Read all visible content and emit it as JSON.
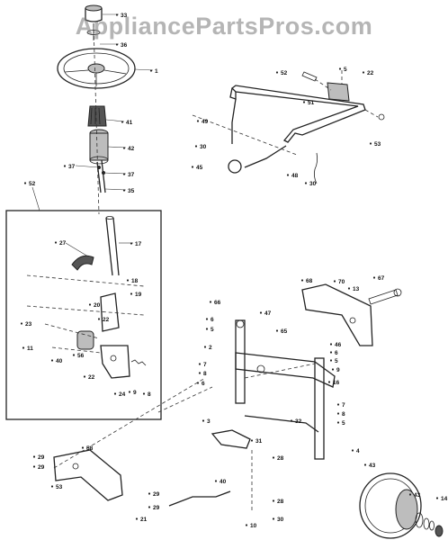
{
  "watermark": "AppliancePartsPros.com",
  "callouts": [
    {
      "id": "c33",
      "text": "33"
    },
    {
      "id": "c36",
      "text": "36"
    },
    {
      "id": "c1",
      "text": "1"
    },
    {
      "id": "c41",
      "text": "41"
    },
    {
      "id": "c42",
      "text": "42"
    },
    {
      "id": "c37a",
      "text": "37"
    },
    {
      "id": "c37b",
      "text": "37"
    },
    {
      "id": "c35",
      "text": "35"
    },
    {
      "id": "c52top",
      "text": "52"
    },
    {
      "id": "c22top",
      "text": "22"
    },
    {
      "id": "c5top",
      "text": "5"
    },
    {
      "id": "c51",
      "text": "51"
    },
    {
      "id": "c49",
      "text": "49"
    },
    {
      "id": "c53top",
      "text": "53"
    },
    {
      "id": "c30a",
      "text": "30"
    },
    {
      "id": "c45",
      "text": "45"
    },
    {
      "id": "c48",
      "text": "48"
    },
    {
      "id": "c30b",
      "text": "30"
    },
    {
      "id": "c52box",
      "text": "52"
    },
    {
      "id": "c27",
      "text": "27"
    },
    {
      "id": "c17",
      "text": "17"
    },
    {
      "id": "c18",
      "text": "18"
    },
    {
      "id": "c19",
      "text": "19"
    },
    {
      "id": "c20",
      "text": "20"
    },
    {
      "id": "c22box",
      "text": "22"
    },
    {
      "id": "c23",
      "text": "23"
    },
    {
      "id": "c11",
      "text": "11"
    },
    {
      "id": "c40a",
      "text": "40"
    },
    {
      "id": "c56",
      "text": "56"
    },
    {
      "id": "c22b",
      "text": "22"
    },
    {
      "id": "c24",
      "text": "24"
    },
    {
      "id": "c9a",
      "text": "9"
    },
    {
      "id": "c8a",
      "text": "8"
    },
    {
      "id": "c66",
      "text": "66"
    },
    {
      "id": "c6a",
      "text": "6"
    },
    {
      "id": "c5a",
      "text": "5"
    },
    {
      "id": "c47",
      "text": "47"
    },
    {
      "id": "c65",
      "text": "65"
    },
    {
      "id": "c2",
      "text": "2"
    },
    {
      "id": "c7a",
      "text": "7"
    },
    {
      "id": "c8b",
      "text": "8"
    },
    {
      "id": "c6b",
      "text": "6"
    },
    {
      "id": "c68",
      "text": "68"
    },
    {
      "id": "c70",
      "text": "70"
    },
    {
      "id": "c13",
      "text": "13"
    },
    {
      "id": "c67",
      "text": "67"
    },
    {
      "id": "c46",
      "text": "46"
    },
    {
      "id": "c6c",
      "text": "6"
    },
    {
      "id": "c5b",
      "text": "5"
    },
    {
      "id": "c9b",
      "text": "9"
    },
    {
      "id": "c16",
      "text": "16"
    },
    {
      "id": "c7b",
      "text": "7"
    },
    {
      "id": "c8c",
      "text": "8"
    },
    {
      "id": "c5c",
      "text": "5"
    },
    {
      "id": "c32",
      "text": "32"
    },
    {
      "id": "c3",
      "text": "3"
    },
    {
      "id": "c31",
      "text": "31"
    },
    {
      "id": "c4",
      "text": "4"
    },
    {
      "id": "c28a",
      "text": "28"
    },
    {
      "id": "c28b",
      "text": "28"
    },
    {
      "id": "c43a",
      "text": "43"
    },
    {
      "id": "c43b",
      "text": "43"
    },
    {
      "id": "c14",
      "text": "14"
    },
    {
      "id": "c30c",
      "text": "30"
    },
    {
      "id": "c10",
      "text": "10"
    },
    {
      "id": "c40b",
      "text": "40"
    },
    {
      "id": "c58",
      "text": "58"
    },
    {
      "id": "c29a",
      "text": "29"
    },
    {
      "id": "c29b",
      "text": "29"
    },
    {
      "id": "c29c",
      "text": "29"
    },
    {
      "id": "c29d",
      "text": "29"
    },
    {
      "id": "c53b",
      "text": "53"
    },
    {
      "id": "c21",
      "text": "21"
    }
  ]
}
